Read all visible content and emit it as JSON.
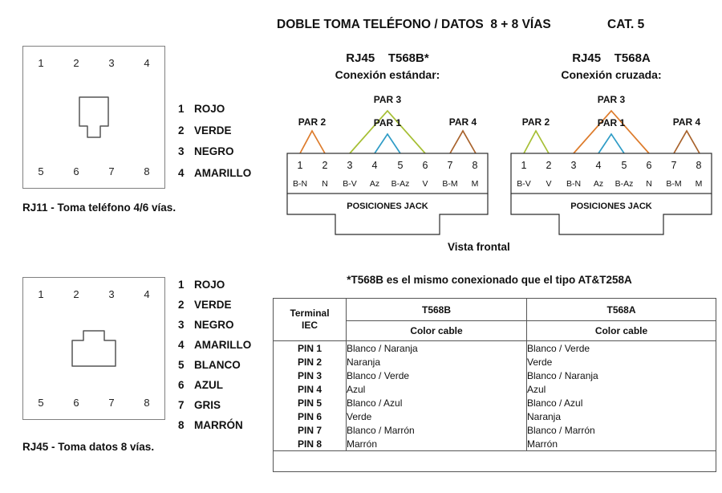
{
  "header": {
    "title": "DOBLE TOMA TELÉFONO / DATOS  8 + 8 VÍAS",
    "cat": "CAT. 5"
  },
  "rj11_panel": {
    "top_pins": [
      "1",
      "2",
      "3",
      "4"
    ],
    "bottom_pins": [
      "5",
      "6",
      "7",
      "8"
    ],
    "legend": [
      {
        "n": "1",
        "label": "ROJO"
      },
      {
        "n": "2",
        "label": "VERDE"
      },
      {
        "n": "3",
        "label": "NEGRO"
      },
      {
        "n": "4",
        "label": "AMARILLO"
      }
    ],
    "caption": "RJ11 - Toma teléfono 4/6 vías."
  },
  "rj45_panel": {
    "top_pins": [
      "1",
      "2",
      "3",
      "4"
    ],
    "bottom_pins": [
      "5",
      "6",
      "7",
      "8"
    ],
    "legend": [
      {
        "n": "1",
        "label": "ROJO"
      },
      {
        "n": "2",
        "label": "VERDE"
      },
      {
        "n": "3",
        "label": "NEGRO"
      },
      {
        "n": "4",
        "label": "AMARILLO"
      },
      {
        "n": "5",
        "label": "BLANCO"
      },
      {
        "n": "6",
        "label": "AZUL"
      },
      {
        "n": "7",
        "label": "GRIS"
      },
      {
        "n": "8",
        "label": "MARRÓN"
      }
    ],
    "caption": "RJ45 - Toma datos 8 vías."
  },
  "t568b": {
    "title": "RJ45    T568B*",
    "subtitle": "Conexión estándar:",
    "par_labels": {
      "par2": "PAR 2",
      "par3": "PAR 3",
      "par1": "PAR 1",
      "par4": "PAR 4"
    },
    "pins": [
      "1",
      "2",
      "3",
      "4",
      "5",
      "6",
      "7",
      "8"
    ],
    "wires": [
      "B-N",
      "N",
      "B-V",
      "Az",
      "B-Az",
      "V",
      "B-M",
      "M"
    ],
    "jack_label": "POSICIONES JACK",
    "colors": {
      "par2": "#dd7b2b",
      "par3": "#a6bf34",
      "par1": "#2f9cc6",
      "par4": "#a8622b"
    }
  },
  "t568a": {
    "title": "RJ45    T568A",
    "subtitle": "Conexión cruzada:",
    "par_labels": {
      "par2": "PAR 2",
      "par3": "PAR 3",
      "par1": "PAR 1",
      "par4": "PAR 4"
    },
    "pins": [
      "1",
      "2",
      "3",
      "4",
      "5",
      "6",
      "7",
      "8"
    ],
    "wires": [
      "B-V",
      "V",
      "B-N",
      "Az",
      "B-Az",
      "N",
      "B-M",
      "M"
    ],
    "jack_label": "POSICIONES JACK",
    "colors": {
      "par2": "#a6bf34",
      "par3": "#dd7b2b",
      "par1": "#2f9cc6",
      "par4": "#a8622b"
    }
  },
  "vista_frontal": "Vista frontal",
  "note": "*T568B es el mismo conexionado que el tipo AT&T258A",
  "table": {
    "terminal_header": "Terminal\nIEC",
    "t568b_header": "T568B",
    "t568a_header": "T568A",
    "color_cable": "Color cable",
    "rows": [
      {
        "pin": "PIN 1",
        "t568b": "Blanco / Naranja",
        "t568a": "Blanco / Verde"
      },
      {
        "pin": "PIN 2",
        "t568b": "Naranja",
        "t568a": "Verde"
      },
      {
        "pin": "PIN 3",
        "t568b": "Blanco / Verde",
        "t568a": "Blanco / Naranja"
      },
      {
        "pin": "PIN 4",
        "t568b": "Azul",
        "t568a": "Azul"
      },
      {
        "pin": "PIN 5",
        "t568b": "Blanco / Azul",
        "t568a": "Blanco / Azul"
      },
      {
        "pin": "PIN 6",
        "t568b": "Verde",
        "t568a": "Naranja"
      },
      {
        "pin": "PIN 7",
        "t568b": "Blanco / Marrón",
        "t568a": "Blanco / Marrón"
      },
      {
        "pin": "PIN 8",
        "t568b": "Marrón",
        "t568a": "Marrón"
      }
    ]
  }
}
